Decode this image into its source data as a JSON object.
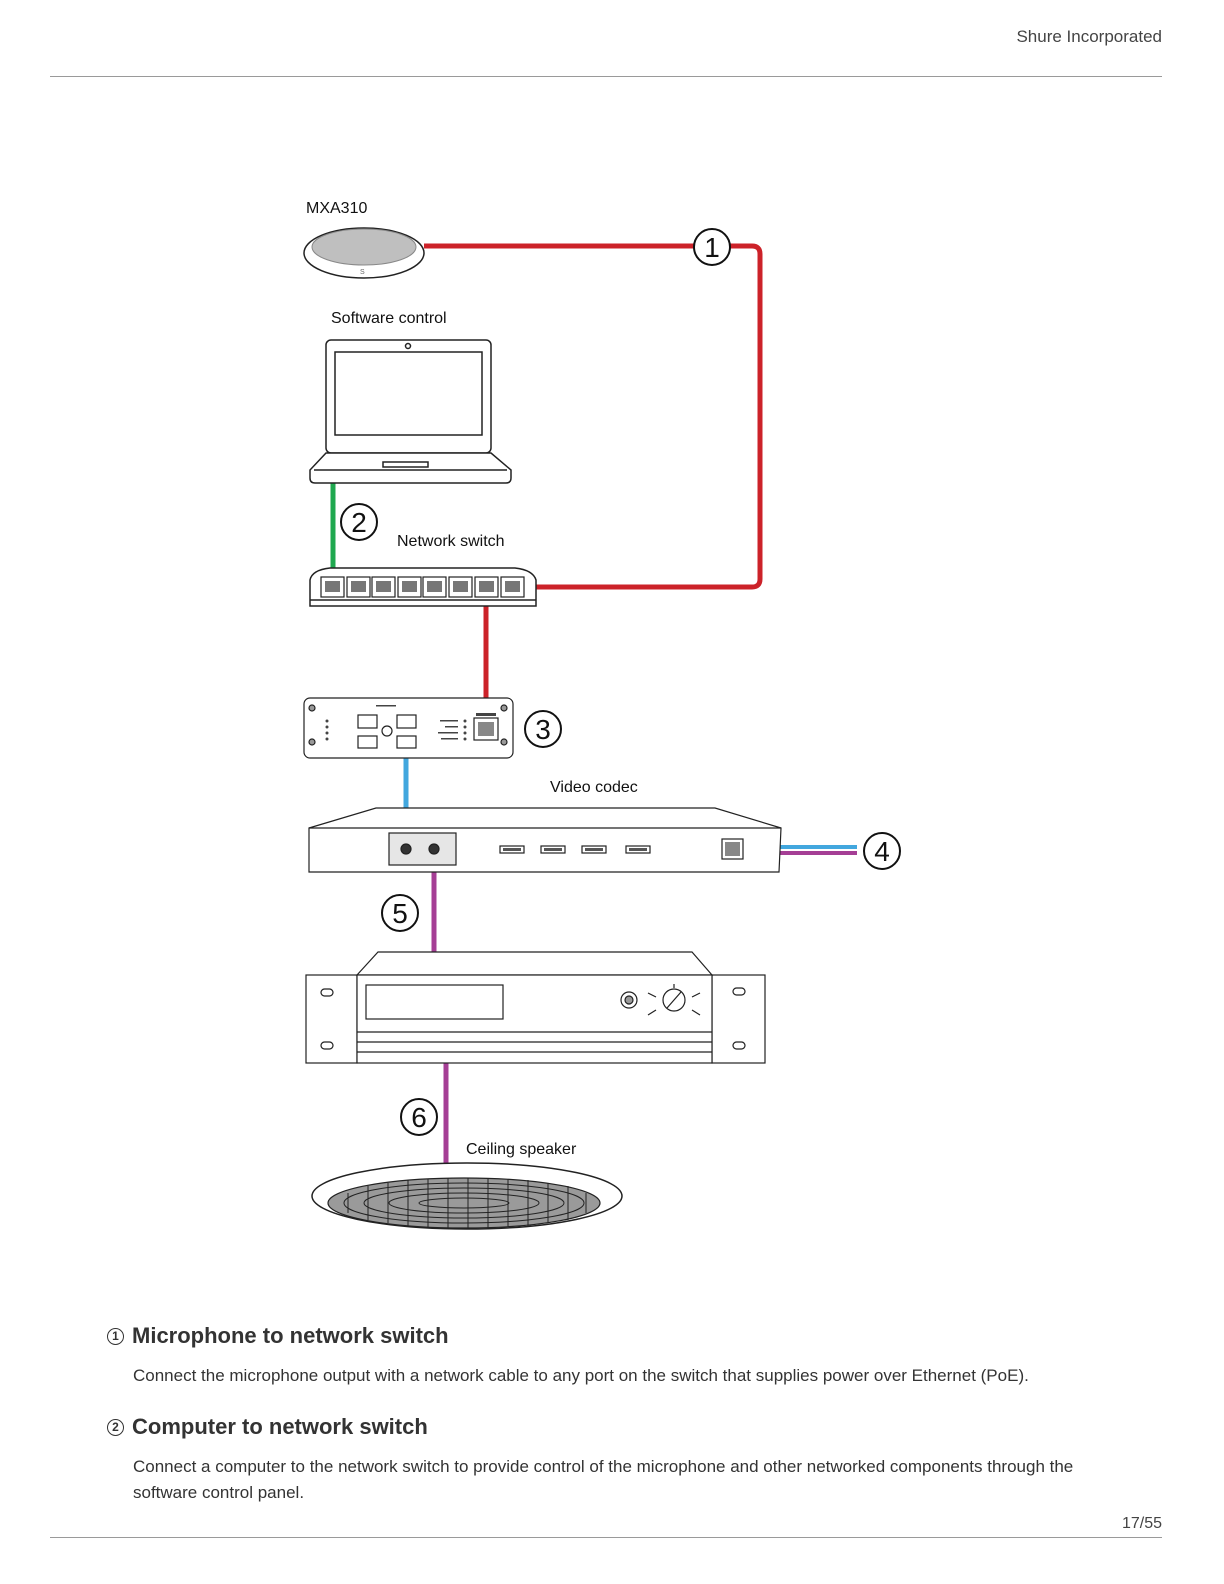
{
  "header": {
    "company": "Shure Incorporated"
  },
  "footer": {
    "page": "17/55"
  },
  "diagram": {
    "labels": {
      "mic": "MXA310",
      "laptop": "Software control",
      "switch": "Network switch",
      "codec": "Video codec",
      "speaker": "Ceiling speaker"
    },
    "callouts": [
      "1",
      "2",
      "3",
      "4",
      "5",
      "6"
    ],
    "colors": {
      "red": "#cc2229",
      "green": "#1fa84f",
      "blue": "#42a7de",
      "purple": "#a53e95"
    }
  },
  "sections": [
    {
      "num": "1",
      "title": "Microphone to network switch",
      "body": "Connect the microphone output with a network cable to any port on the switch that supplies power over Ethernet (PoE)."
    },
    {
      "num": "2",
      "title": "Computer to network switch",
      "body": "Connect a computer to the network switch to provide control of the microphone and other networked components through the software control panel."
    }
  ]
}
